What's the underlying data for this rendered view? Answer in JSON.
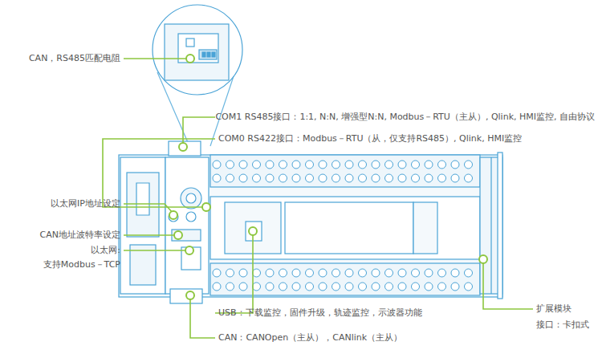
{
  "diagram": {
    "labels": [
      "CAN，RS485匹配电阻",
      "COM1 RS485接口：1:1, N:N, 增强型N:N, Modbus－RTU（主从）, Qlink, HMI监控, 自由协议",
      "COM0 RS422接口：Modbus－RTU（从，仅支持RS485）, Qlink, HMI监控",
      "以太网IP地址设定",
      "CAN地址波特率设定",
      "以太网:",
      "支持Modbus－TCP",
      "USB：下载监控，固件升级，轨迹监控，示波器功能",
      "扩展模块",
      "接口：卡扣式",
      "CAN：CANOpen（主从），CANlink（主从）"
    ]
  }
}
